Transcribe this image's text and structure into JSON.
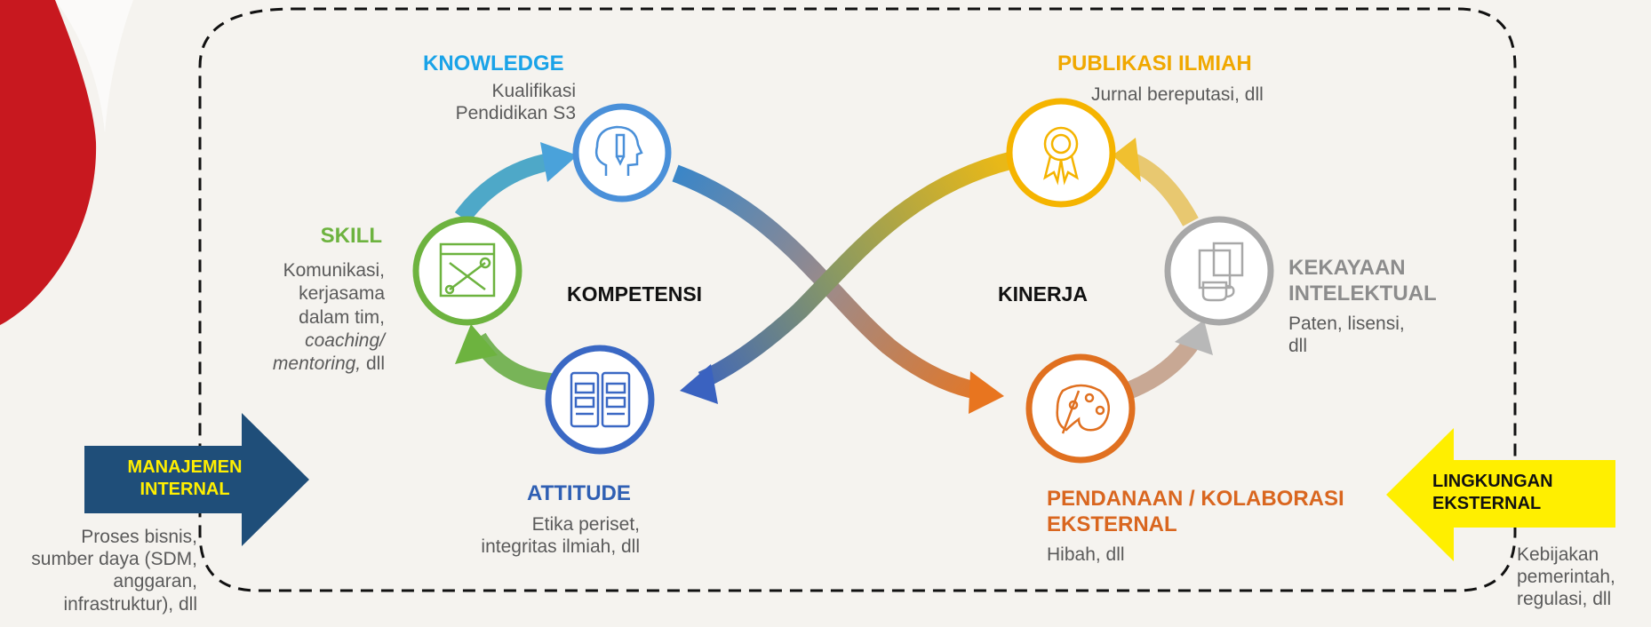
{
  "colors": {
    "knowledge": "#1aa3e8",
    "skill": "#6db33f",
    "attitude": "#2f5fb3",
    "publikasi": "#f0a800",
    "kekayaan": "#8c8c8c",
    "pendanaan": "#d9661f",
    "manajemen_arrow": "#1f4e79",
    "lingkungan_arrow": "#ffef00"
  },
  "icons": {
    "knowledge": "head-pencil-icon",
    "skill": "tools-icon",
    "attitude": "document-icon",
    "publikasi": "award-icon",
    "kekayaan": "intellectual-property-icon",
    "pendanaan": "palette-icon"
  },
  "center": {
    "kompetensi": "KOMPETENSI",
    "kinerja": "KINERJA"
  },
  "knowledge": {
    "title": "KNOWLEDGE",
    "desc1": "Kualifikasi",
    "desc2": "Pendidikan S3"
  },
  "skill": {
    "title": "SKILL",
    "desc1": "Komunikasi,",
    "desc2": "kerjasama",
    "desc3": "dalam tim,",
    "desc4": "coaching/",
    "desc5a": "mentoring,",
    "desc5b": " dll"
  },
  "attitude": {
    "title": "ATTITUDE",
    "desc1": "Etika periset,",
    "desc2": "integritas ilmiah, dll"
  },
  "publikasi": {
    "title": "PUBLIKASI ILMIAH",
    "desc1": "Jurnal bereputasi, dll"
  },
  "kekayaan": {
    "title1": "KEKAYAAN",
    "title2": "INTELEKTUAL",
    "desc1": "Paten, lisensi,",
    "desc2": "dll"
  },
  "pendanaan": {
    "title1": "PENDANAAN / KOLABORASI",
    "title2": "EKSTERNAL",
    "desc1": "Hibah, dll"
  },
  "manajemen": {
    "label1": "MANAJEMEN",
    "label2": "INTERNAL",
    "desc1": "Proses bisnis,",
    "desc2": "sumber daya (SDM,",
    "desc3": "anggaran,",
    "desc4": "infrastruktur), dll"
  },
  "lingkungan": {
    "label1": "LINGKUNGAN",
    "label2": "EKSTERNAL",
    "desc1": "Kebijakan",
    "desc2": "pemerintah,",
    "desc3": "regulasi, dll"
  }
}
